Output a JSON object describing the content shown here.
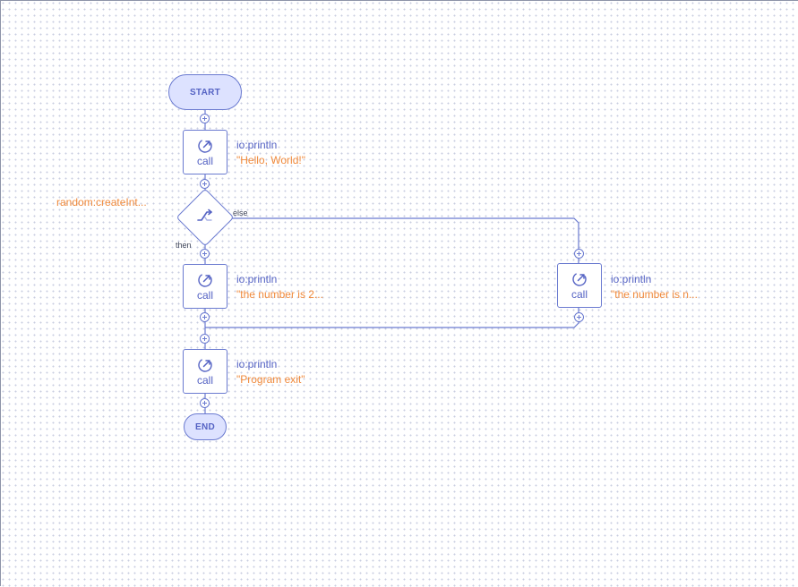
{
  "flow": {
    "start_label": "START",
    "end_label": "END",
    "condition": {
      "expression": "random:createInt...",
      "then_label": "then",
      "else_label": "else"
    },
    "nodes": [
      {
        "kind": "call",
        "type_label": "call",
        "function": "io:println",
        "argument": "\"Hello, World!\""
      },
      {
        "kind": "call",
        "type_label": "call",
        "function": "io:println",
        "argument": "\"the number is 2..."
      },
      {
        "kind": "call",
        "type_label": "call",
        "function": "io:println",
        "argument": "\"the number is n..."
      },
      {
        "kind": "call",
        "type_label": "call",
        "function": "io:println",
        "argument": "\"Program exit\""
      }
    ]
  },
  "colors": {
    "accent": "#6a7ad0",
    "terminal_fill": "#dde2ff",
    "argument_text": "#f08a3c"
  }
}
